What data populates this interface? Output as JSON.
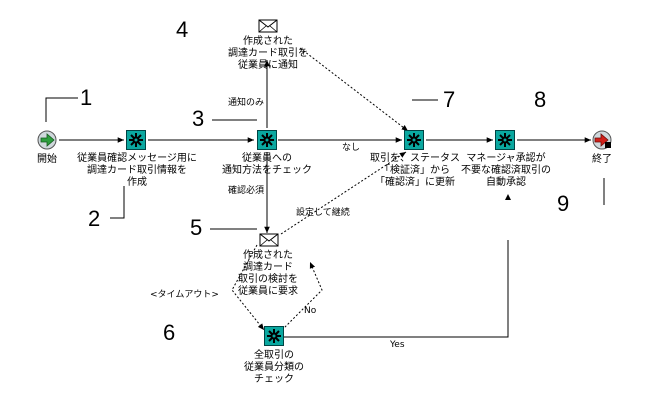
{
  "nodes": {
    "start": "開始",
    "prep": "従業員確認メッセージ用に\n調達カード取引情報を\n作成",
    "check_method": "従業員への\n通知方法をチェック",
    "notify": "作成された\n調達カード取引を\n従業員に通知",
    "request_review": "作成された\n調達カード\n取引の検討を\n従業員に要求",
    "update_status": "取引を、ステータス\n「検証済」から\n「確認済」に更新",
    "auto_approve": "マネージャ承認が\n不要な確認済取引の\n自動承認",
    "check_all": "全取引の\n従業員分類の\nチェック",
    "end": "終了"
  },
  "edges": {
    "notify_only": "通知のみ",
    "none": "なし",
    "confirm_required": "確認必須",
    "set_continue": "設定して継続",
    "timeout": "<タイムアウト>",
    "no": "No",
    "yes": "Yes"
  },
  "callouts": [
    "1",
    "2",
    "3",
    "4",
    "5",
    "6",
    "7",
    "8",
    "9"
  ],
  "icons": {
    "start": "start-arrow-icon",
    "function": "gear-function-icon",
    "notification": "envelope-icon",
    "end": "end-stop-icon"
  },
  "colors": {
    "function_fill": "#0aa8a0",
    "start_fill": "#2e9e3e",
    "end_fill": "#d0201a",
    "line": "#000000"
  }
}
